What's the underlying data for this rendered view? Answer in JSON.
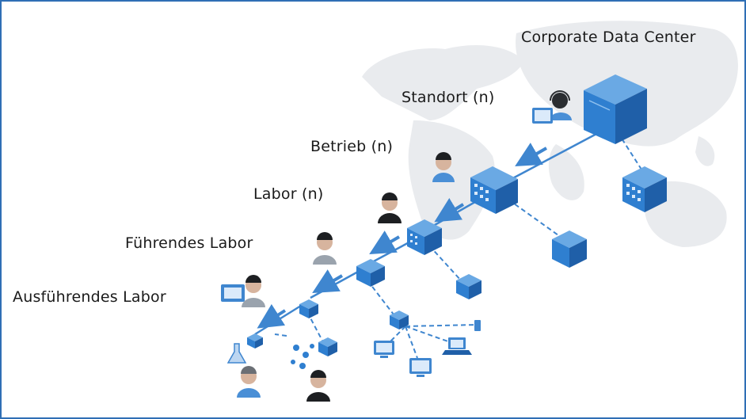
{
  "diagram": {
    "labels": {
      "corporate": "Corporate Data Center",
      "standort": "Standort (n)",
      "betrieb": "Betrieb (n)",
      "labor": "Labor (n)",
      "fuehrendes": "Führendes  Labor",
      "ausfuehrendes": "Ausführendes Labor"
    },
    "colors": {
      "frame": "#2f6fb5",
      "link": "#3f86cf",
      "building_front": "#2f7fd0",
      "building_side": "#1f5fa8",
      "building_top": "#6aa9e4",
      "map": "#e9ebee",
      "person_dark": "#1d1f22",
      "person_shirt": "#4a8fd6"
    },
    "icons": [
      "data-center-server-icon",
      "site-building-icon",
      "plant-building-icon",
      "lab-building-icon",
      "lead-lab-building-icon",
      "exec-lab-building-icon",
      "headset-operator-icon",
      "person-icon",
      "monitor-icon",
      "laptop-icon",
      "flask-icon",
      "molecule-icon",
      "tablet-icon"
    ]
  }
}
